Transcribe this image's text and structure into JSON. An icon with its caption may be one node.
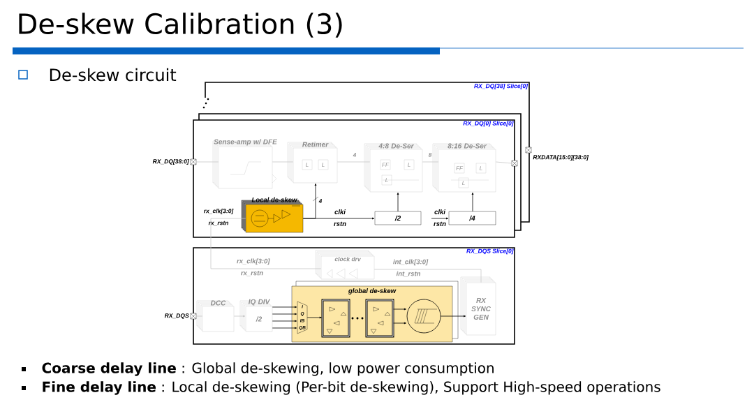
{
  "diagram": {
    "title": "De-skew Calibration (3)",
    "nodes": [
      {
        "text": [
          "RX_DQ[38] Slice[0]"
        ]
      },
      {
        "text": [
          "RX_DQ[0] Slice[0]"
        ]
      },
      {
        "text": [
          "Sense-amp w/ DFE"
        ],
        "in": 1
      },
      {
        "text": [
          "Retimer"
        ],
        "in": 1
      },
      {
        "text": [
          "4:8 De-Ser"
        ],
        "in": 1
      },
      {
        "text": [
          "8:16 De-Ser"
        ],
        "in": 1
      },
      {
        "text": [
          "Local de-skew"
        ],
        "in": 1
      },
      {
        "text": [
          "/2"
        ],
        "in": 1
      },
      {
        "text": [
          "/4"
        ],
        "in": 1
      },
      {
        "text": [
          "RX_DQS Slice[0]"
        ]
      },
      {
        "text": [
          "clock drv"
        ],
        "in": 9
      },
      {
        "text": [
          "DCC"
        ],
        "in": 9
      },
      {
        "text": [
          "IQ DIV",
          "/2"
        ],
        "in": 9
      },
      {
        "text": [
          "global de-skew"
        ],
        "in": 9
      },
      {
        "text": [
          "I",
          "Q",
          "IB",
          "QB"
        ],
        "in": 13
      },
      {
        "text": [],
        "shape": "box",
        "in": 13
      },
      {
        "text": [],
        "shape": "box",
        "in": 13
      },
      {
        "text": [],
        "shape": "circle",
        "in": 13
      },
      {
        "text": [
          "RX SYNC GEN"
        ],
        "in": 9
      },
      {
        "text": [],
        "shape": "box",
        "beside": [
          "RX_DQ[38:0]"
        ]
      },
      {
        "text": [],
        "shape": "box"
      },
      {
        "text": [],
        "shape": "box",
        "beside": [
          "RXDATA[15:0][38:0]"
        ]
      },
      {
        "text": [],
        "shape": "box",
        "beside": [
          "RX_DQS"
        ]
      }
    ],
    "edges": [
      {
        "from": 19,
        "to": 2,
        "arrow": "none",
        "color": "#c8c8c8"
      },
      {
        "from": 2,
        "to": 3,
        "arrow": "none",
        "color": "#c8c8c8"
      },
      {
        "from": 3,
        "to": 4,
        "arrow": "none",
        "label": "4",
        "color": "#c8c8c8"
      },
      {
        "from": 4,
        "to": 5,
        "arrow": "none",
        "label": "8",
        "color": "#c8c8c8"
      },
      {
        "from": 5,
        "to": 20,
        "arrow": "none",
        "color": "#c8c8c8"
      },
      {
        "from": 6,
        "to": 3,
        "arrow": "to",
        "label": "4"
      },
      {
        "from": 6,
        "to": 7,
        "arrow": "to",
        "label": "clki rstn"
      },
      {
        "from": 7,
        "to": 4,
        "arrow": "to"
      },
      {
        "from": 8,
        "to": 5,
        "arrow": "to"
      },
      {
        "from": null,
        "to": 8,
        "arrow": "to",
        "label": "clki rstn"
      },
      {
        "from": 10,
        "to": 6,
        "arrow": "none",
        "label": "rx_clk[3:0] rx_rstn",
        "color": "#c8c8c8"
      },
      {
        "from": 18,
        "to": 10,
        "arrow": "none",
        "label": "int_clk[3:0] int_rstn",
        "color": "#c8c8c8"
      },
      {
        "from": 22,
        "to": 11,
        "arrow": "none",
        "color": "#c8c8c8"
      },
      {
        "from": 11,
        "to": 12,
        "arrow": "to",
        "color": "#c8c8c8"
      },
      {
        "from": 12,
        "to": 14,
        "arrow": "to"
      },
      {
        "from": 12,
        "to": 14,
        "arrow": "to"
      },
      {
        "from": 12,
        "to": 14,
        "arrow": "to"
      },
      {
        "from": 12,
        "to": 14,
        "arrow": "to"
      },
      {
        "from": 14,
        "to": 15,
        "arrow": "to"
      },
      {
        "from": 16,
        "to": 17,
        "arrow": "to"
      },
      {
        "from": 16,
        "to": 17,
        "arrow": "to"
      },
      {
        "from": 17,
        "to": 18,
        "arrow": "to"
      }
    ],
    "labels": [
      "De-skew circuit",
      "L",
      "L",
      "FF",
      "L",
      "L",
      "FF",
      "L",
      "L",
      "rx_clk[3:0]",
      "rx_rstn",
      "**Coarse delay line** : Global de-skewing, low power consumption",
      "**Fine delay line** : Local de-skewing (Per-bit de-skewing), Support High-speed operations"
    ]
  }
}
